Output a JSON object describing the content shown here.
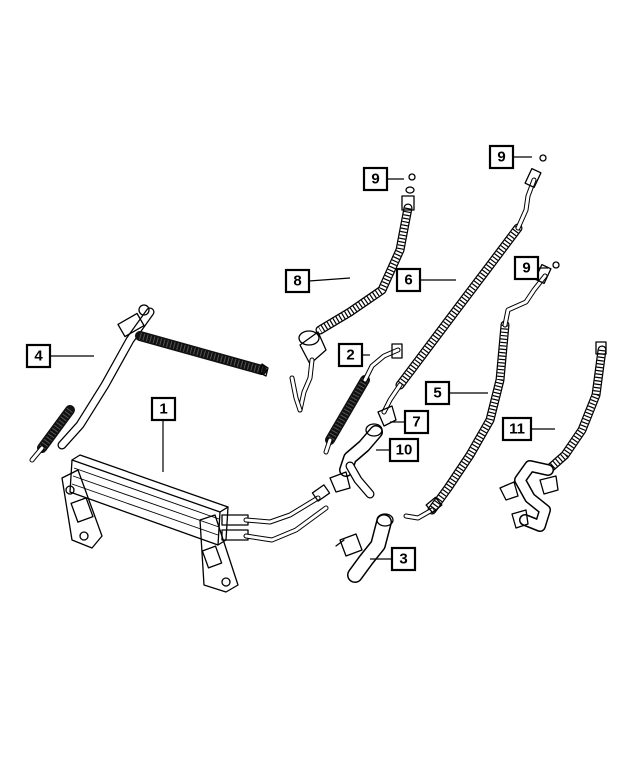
{
  "callouts": [
    {
      "id": "c1",
      "label": "1"
    },
    {
      "id": "c2",
      "label": "2"
    },
    {
      "id": "c3",
      "label": "3"
    },
    {
      "id": "c4",
      "label": "4"
    },
    {
      "id": "c5",
      "label": "5"
    },
    {
      "id": "c6",
      "label": "6"
    },
    {
      "id": "c7",
      "label": "7"
    },
    {
      "id": "c8",
      "label": "8"
    },
    {
      "id": "c9a",
      "label": "9"
    },
    {
      "id": "c9b",
      "label": "9"
    },
    {
      "id": "c9c",
      "label": "9"
    },
    {
      "id": "c10",
      "label": "10"
    },
    {
      "id": "c11",
      "label": "11"
    }
  ]
}
